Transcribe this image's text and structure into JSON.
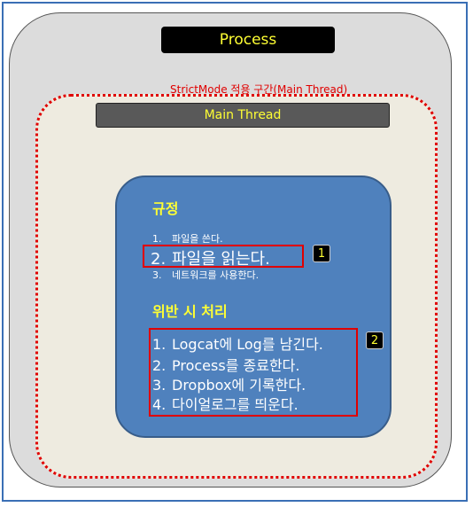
{
  "process": {
    "title": "Process"
  },
  "strict_mode": {
    "label": "StrictMode 적용 구간(Main Thread)"
  },
  "main_thread": {
    "title": "Main Thread"
  },
  "rules": {
    "heading": "규정",
    "items": [
      {
        "num": "1.",
        "text": "파일을 쓴다."
      },
      {
        "num": "2.",
        "text": "파일을 읽는다."
      },
      {
        "num": "3.",
        "text": "네트워크를 사용한다."
      }
    ],
    "marker": "1"
  },
  "violation": {
    "heading": "위반 시 처리",
    "items": [
      {
        "num": "1.",
        "text": "Logcat에 Log를 남긴다."
      },
      {
        "num": "2.",
        "text": "Process를 종료한다."
      },
      {
        "num": "3.",
        "text": "Dropbox에 기록한다."
      },
      {
        "num": "4.",
        "text": "다이얼로그를 띄운다."
      }
    ],
    "marker": "2"
  },
  "colors": {
    "frame_border": "#3a6fb5",
    "process_fill": "#dcdcdc",
    "strict_border": "#e00000",
    "strict_fill": "#eeebe0",
    "rules_fill": "#4f81bd",
    "heading_text": "#ffff33"
  }
}
